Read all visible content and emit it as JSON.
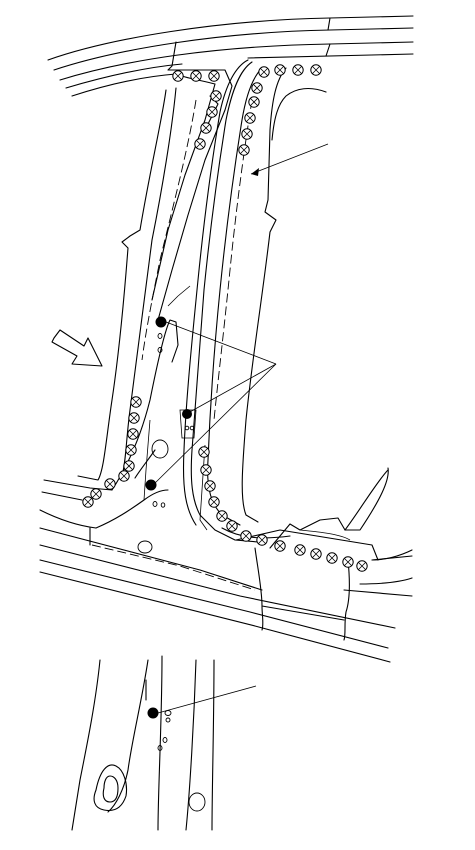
{
  "figure": {
    "background": "#ffffff",
    "ink": "#000000",
    "elements": {
      "panel": "center-pillar-inner-panel",
      "spot_welds": "spot-weld-symbols",
      "weld_points": "weld-point-markers",
      "view_arrow": "view-direction-arrow",
      "detail": "detail-view"
    }
  }
}
